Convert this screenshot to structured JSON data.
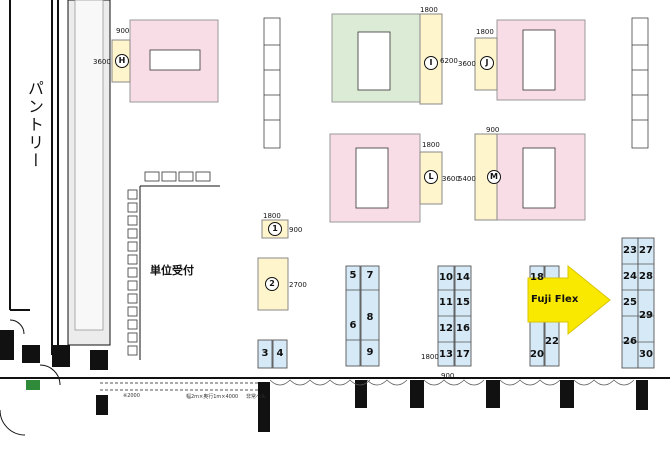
{
  "rooms": {
    "pantry": "パントリー",
    "registration": "単位受付",
    "fuji_flex": "Fuji Flex"
  },
  "letter_booths": [
    {
      "label": "H"
    },
    {
      "label": "I"
    },
    {
      "label": "J"
    },
    {
      "label": "L"
    },
    {
      "label": "M"
    }
  ],
  "numbered_booths": [
    "1",
    "2",
    "3",
    "4",
    "5",
    "6",
    "7",
    "8",
    "9",
    "10",
    "11",
    "12",
    "13",
    "14",
    "15",
    "16",
    "17",
    "18",
    "20",
    "22",
    "23",
    "24",
    "25",
    "26",
    "27",
    "28",
    "29",
    "30"
  ],
  "dimensions": [
    "900",
    "3600",
    "1800",
    "6200",
    "1800",
    "3600",
    "1800",
    "3600",
    "900",
    "5400",
    "1800",
    "900",
    "2700",
    "1800",
    "900"
  ],
  "notes": [
    "※2000",
    "幅2m×奥行1m×4000",
    "非常ベル"
  ],
  "colors": {
    "pink_booth": "#f9dde6",
    "green_booth": "#dcebd6",
    "yellow_booth": "#fff5cc",
    "blue_booth": "#d5e9f7",
    "arrow": "#f9e800"
  }
}
